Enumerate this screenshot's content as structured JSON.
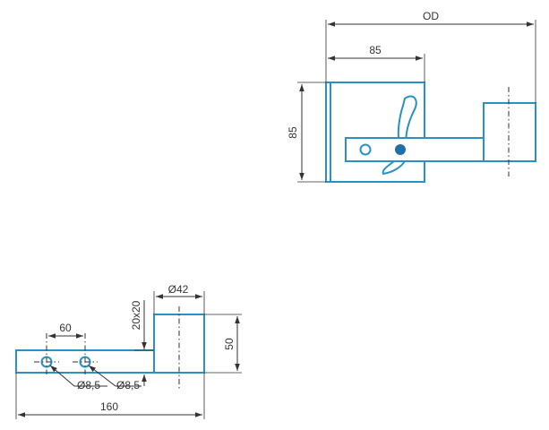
{
  "top_view": {
    "dim_overall": "OD",
    "dim_width": "85",
    "dim_height": "85"
  },
  "front_view": {
    "dim_hole_spacing": "60",
    "dim_post_diameter": "Ø42",
    "dim_bar_section": "20x20",
    "dim_post_height": "50",
    "dim_hole_1": "Ø8,5",
    "dim_hole_2": "Ø8,5",
    "dim_total_length": "160"
  },
  "colors": {
    "part_outline": "#2a91c2",
    "dimension_line": "#333333",
    "pin": "#1f6fa8"
  }
}
